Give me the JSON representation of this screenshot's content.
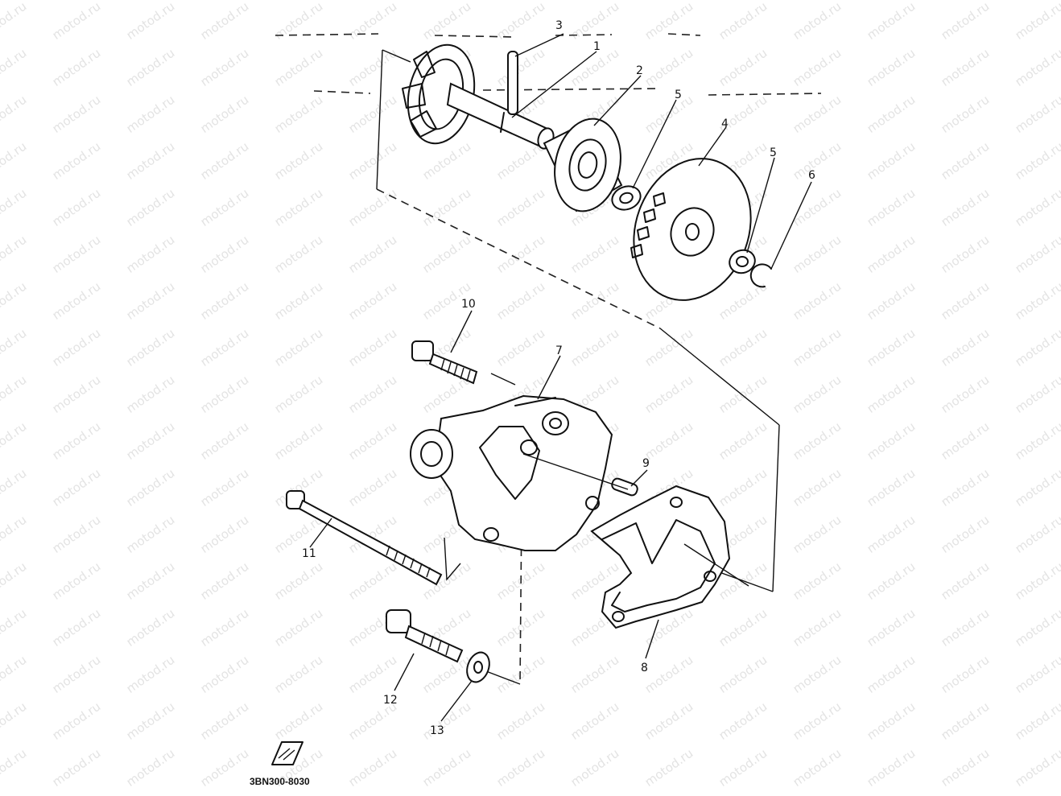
{
  "watermark": {
    "text": "motod.ru"
  },
  "callouts": [
    "3",
    "1",
    "2",
    "5",
    "4",
    "5",
    "6",
    "10",
    "7",
    "9",
    "11",
    "8",
    "12",
    "13"
  ],
  "diagram_code": "3BN300-8030"
}
